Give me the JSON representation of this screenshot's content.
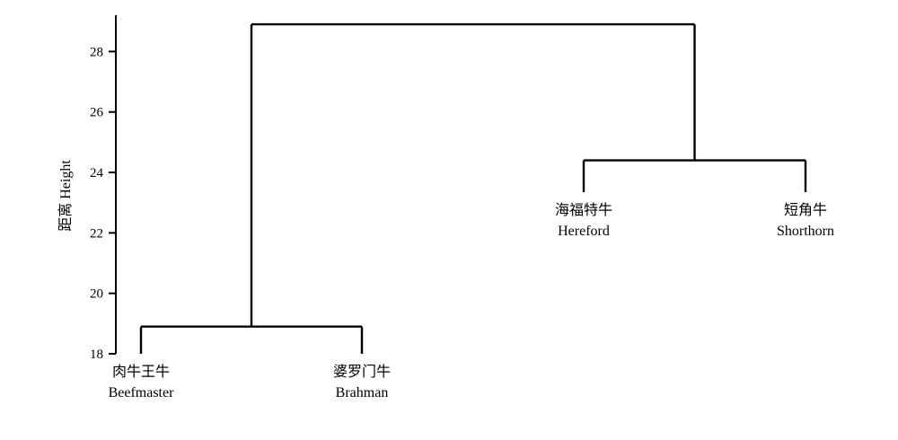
{
  "chart_data": {
    "type": "dendrogram",
    "ylabel": "距离 Height",
    "ylim": [
      18,
      29.2
    ],
    "yticks": [
      18,
      20,
      22,
      24,
      26,
      28
    ],
    "leaves": [
      {
        "id": "beefmaster",
        "label_cn": "肉牛王牛",
        "label_en": "Beefmaster",
        "height": 18.0
      },
      {
        "id": "brahman",
        "label_cn": "婆罗门牛",
        "label_en": "Brahman",
        "height": 18.0
      },
      {
        "id": "hereford",
        "label_cn": "海福特牛",
        "label_en": "Hereford",
        "height": 23.35
      },
      {
        "id": "shorthorn",
        "label_cn": "短角牛",
        "label_en": "Shorthorn",
        "height": 23.35
      }
    ],
    "merges": [
      {
        "left": "beefmaster",
        "right": "brahman",
        "height": 18.9
      },
      {
        "left": "hereford",
        "right": "shorthorn",
        "height": 24.4
      },
      {
        "left": "m0",
        "right": "m1",
        "height": 28.9
      }
    ]
  }
}
